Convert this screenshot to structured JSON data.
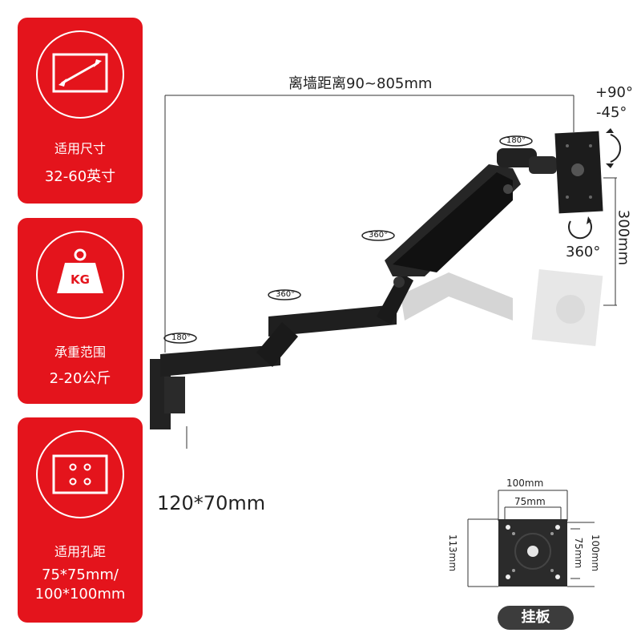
{
  "cards": [
    {
      "icon": "screen-size-icon",
      "title": "适用尺寸",
      "value": "32-60英寸"
    },
    {
      "icon": "weight-kg-icon",
      "icon_text": "KG",
      "title": "承重范围",
      "value": "2-20公斤"
    },
    {
      "icon": "vesa-holes-icon",
      "title": "适用孔距",
      "value_line1": "75*75mm/",
      "value_line2": "100*100mm"
    }
  ],
  "dimensions": {
    "wall_distance": "离墙距离90~805mm",
    "tilt_up": "+90°",
    "tilt_down": "-45°",
    "height": "300mm",
    "rotation": "360°",
    "base_plate": "120*70mm"
  },
  "swivel_labels": [
    "180°",
    "360°",
    "360°",
    "180°"
  ],
  "plate": {
    "outer_width": "100mm",
    "inner_width": "75mm",
    "height": "113mm",
    "outer_height": "100mm",
    "inner_height": "75mm",
    "label": "挂板"
  },
  "colors": {
    "accent": "#e4141c",
    "arm": "#1f1f1f",
    "badge": "#3c3c3c"
  }
}
